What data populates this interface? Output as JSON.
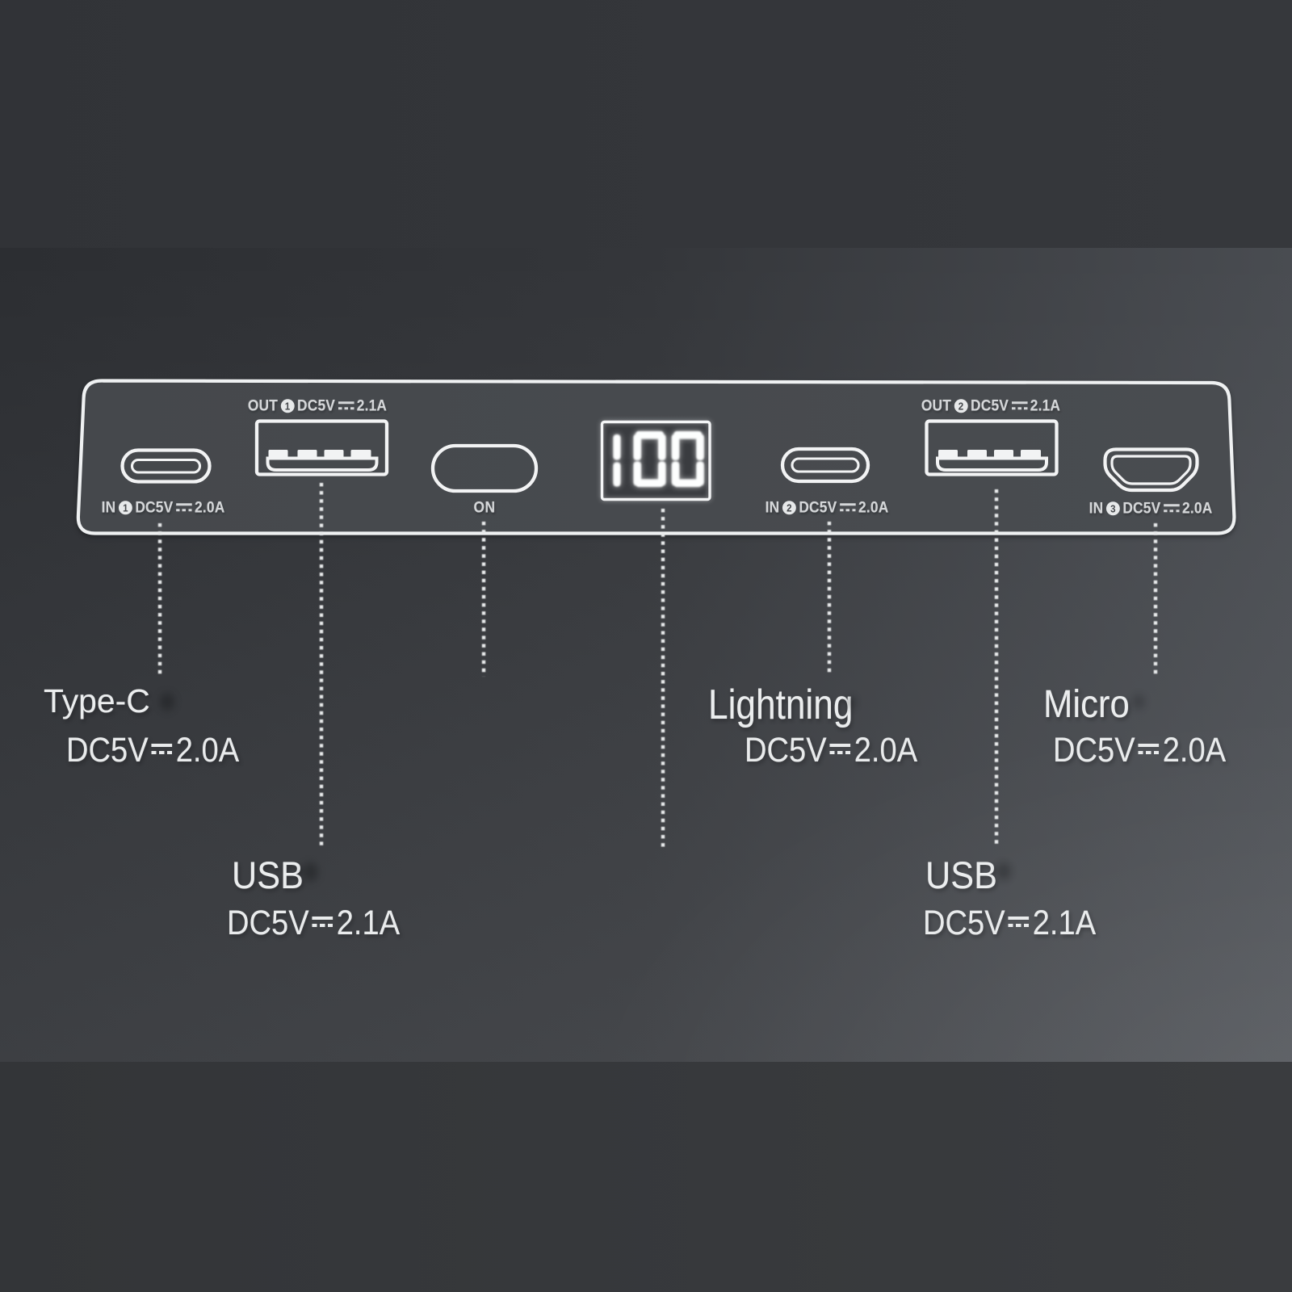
{
  "scene": {
    "description": "Power bank top edge diagram with charging ports, power button and battery level display",
    "display_value": "100",
    "power_button_label": "ON"
  },
  "colors": {
    "background_top": "#323438",
    "background_mid_dark": "#2b2d31",
    "background_mid_light": "#575a5f",
    "background_bottom": "#343639",
    "outline_white": "#eff1f2",
    "panel_fill": "#47494d",
    "port_label_color": "#d5d7d9",
    "callout_color": "#e9ebec"
  },
  "port_labels": [
    {
      "io": "IN",
      "index": "1",
      "volts": "DC5V",
      "amps": "2.0A"
    },
    {
      "io": "OUT",
      "index": "1",
      "volts": "DC5V",
      "amps": "2.1A"
    },
    {
      "io": "IN",
      "index": "2",
      "volts": "DC5V",
      "amps": "2.0A"
    },
    {
      "io": "OUT",
      "index": "2",
      "volts": "DC5V",
      "amps": "2.1A"
    },
    {
      "io": "IN",
      "index": "3",
      "volts": "DC5V",
      "amps": "2.0A"
    }
  ],
  "callouts": [
    {
      "name": "Type-C",
      "volts": "DC5V",
      "amps": "2.0A"
    },
    {
      "name": "USB",
      "volts": "DC5V",
      "amps": "2.1A"
    },
    {
      "name": "Lightning",
      "volts": "DC5V",
      "amps": "2.0A"
    },
    {
      "name": "USB",
      "volts": "DC5V",
      "amps": "2.1A"
    },
    {
      "name": "Micro",
      "volts": "DC5V",
      "amps": "2.0A"
    }
  ]
}
